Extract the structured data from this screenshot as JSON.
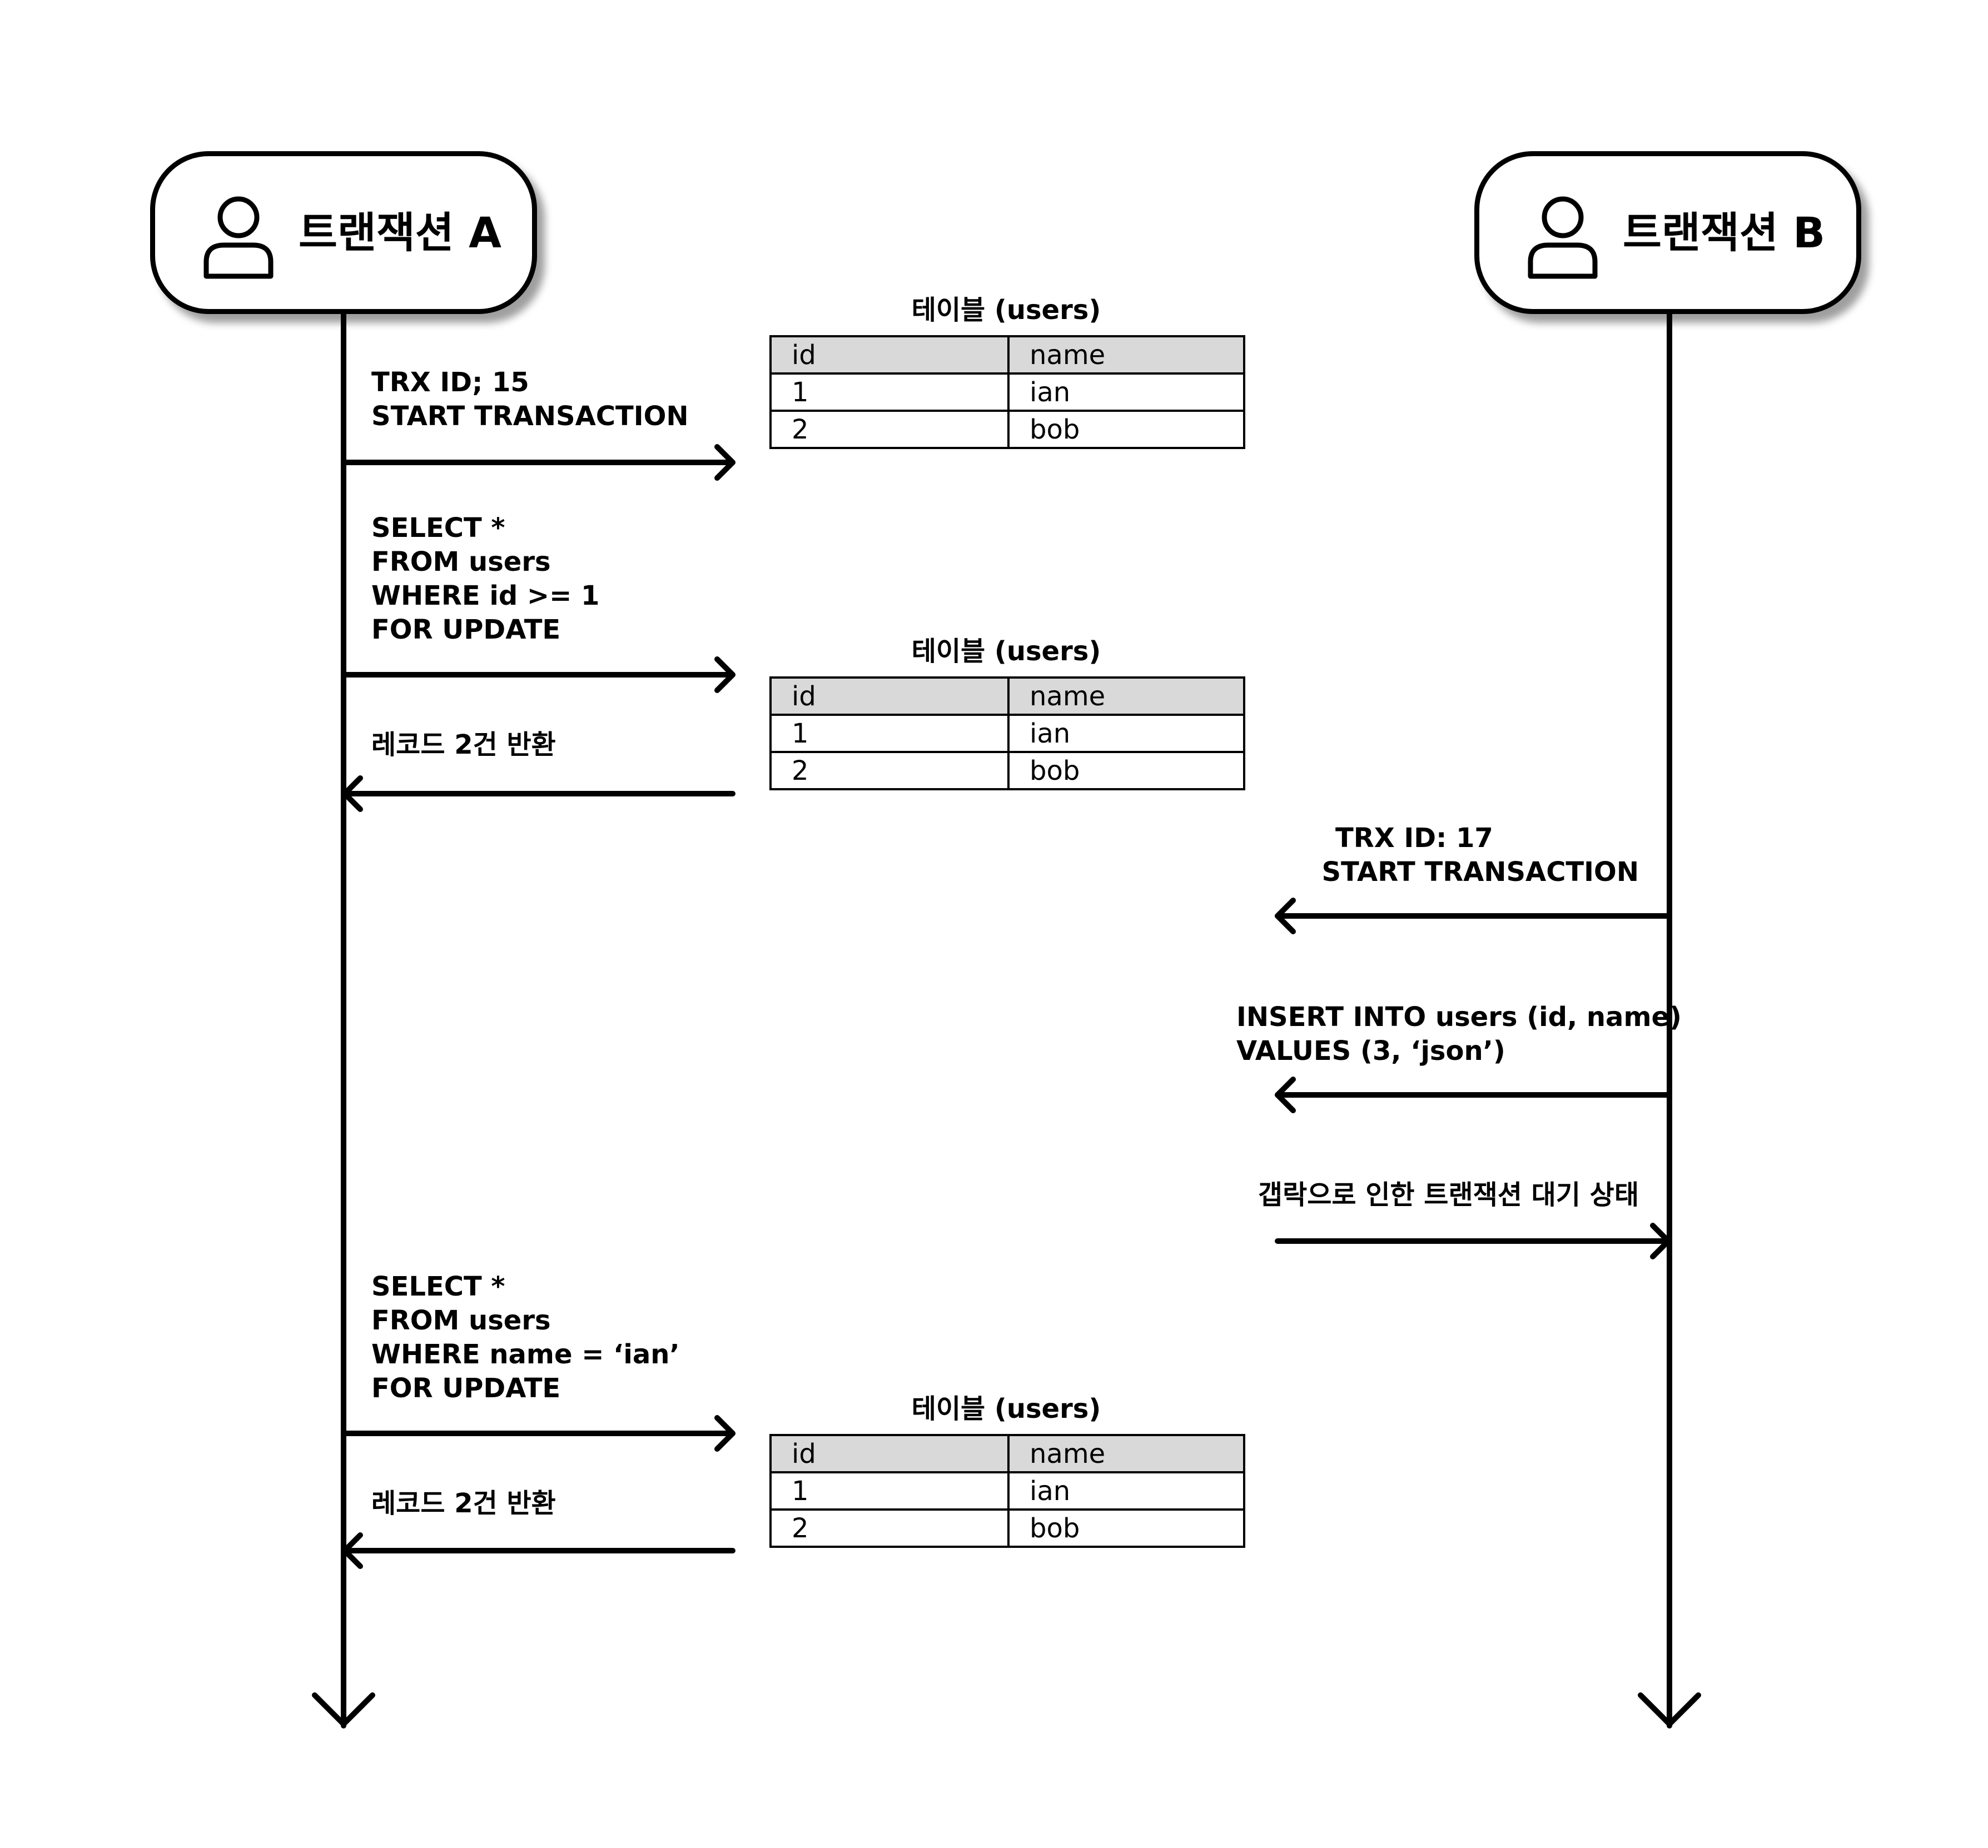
{
  "actors": {
    "a": {
      "label": "트랜잭션 A",
      "icon": "user-icon"
    },
    "b": {
      "label": "트랜잭션 B",
      "icon": "user-icon"
    }
  },
  "messages": {
    "a_start": [
      "TRX ID; 15",
      "START TRANSACTION"
    ],
    "a_select1": [
      "SELECT *",
      "FROM users",
      "WHERE id >= 1",
      "FOR UPDATE"
    ],
    "a_return1": [
      "레코드 2건 반환"
    ],
    "b_start": [
      "TRX ID: 17",
      "START TRANSACTION"
    ],
    "b_insert": [
      "INSERT INTO users (id, name)",
      "VALUES (3, ‘json’)"
    ],
    "b_wait": [
      "갭락으로 인한 트랜잭션 대기 상태"
    ],
    "a_select2": [
      "SELECT *",
      "FROM users",
      "WHERE name = ‘ian’",
      "FOR UPDATE"
    ],
    "a_return2": [
      "레코드 2건 반환"
    ]
  },
  "table": {
    "title": "테이블 (users)",
    "columns": [
      "id",
      "name"
    ],
    "rows": [
      [
        "1",
        "ian"
      ],
      [
        "2",
        "bob"
      ]
    ]
  },
  "colors": {
    "line": "#000000",
    "header_fill": "#d9d9d9",
    "background": "#ffffff"
  }
}
